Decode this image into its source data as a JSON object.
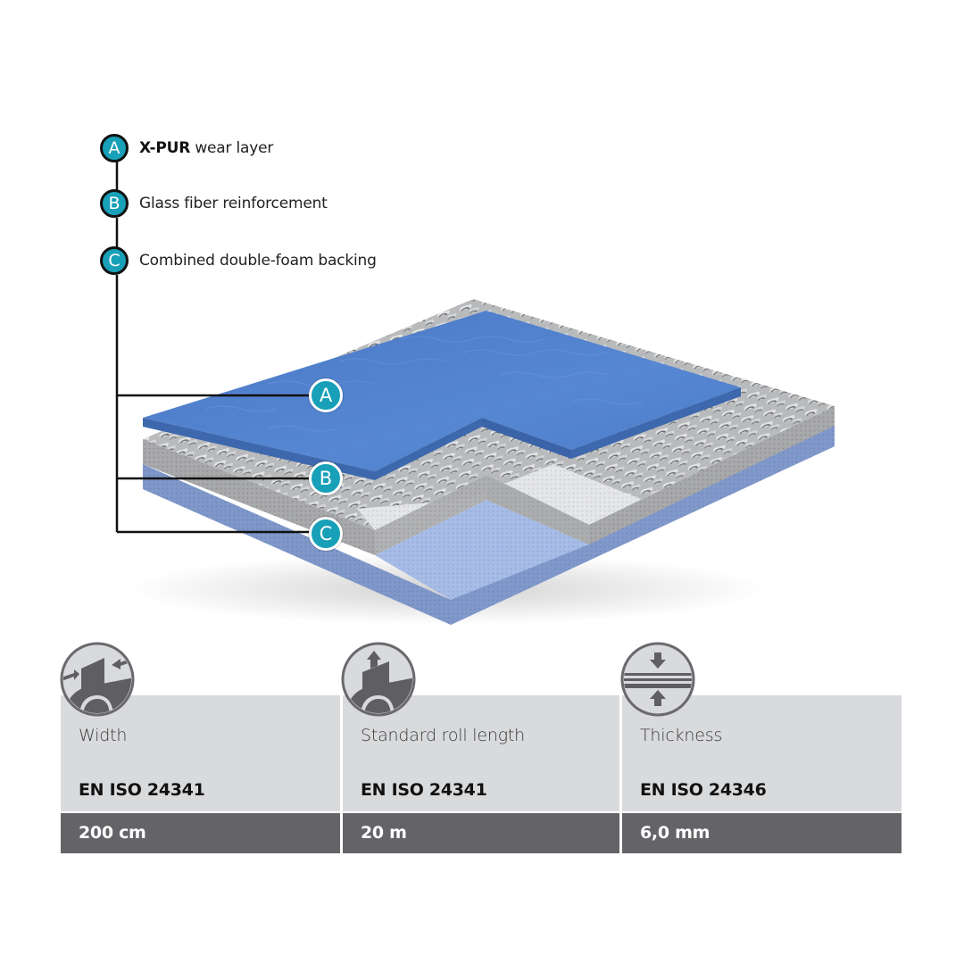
{
  "legend": {
    "items": [
      {
        "badge": "A",
        "bold": "X-PUR",
        "text": " wear layer"
      },
      {
        "badge": "B",
        "bold": "",
        "text": "Glass fiber reinforcement"
      },
      {
        "badge": "C",
        "bold": "",
        "text": "Combined double-foam backing"
      }
    ]
  },
  "diagram": {
    "callouts": [
      "A",
      "B",
      "C"
    ],
    "layers": [
      {
        "id": "A",
        "name": "X-PUR wear layer",
        "color": "#4f7fc8"
      },
      {
        "id": "B",
        "name": "Glass fiber reinforcement",
        "color": "#a9aaac"
      },
      {
        "id": "C",
        "name": "Combined double-foam backing",
        "color": "#8fa6d4"
      }
    ],
    "accent_color": "#17a0b8"
  },
  "specs": [
    {
      "icon": "width-roll-icon",
      "label": "Width",
      "standard": "EN ISO 24341",
      "value": "200 cm"
    },
    {
      "icon": "roll-length-icon",
      "label": "Standard roll length",
      "standard": "EN ISO 24341",
      "value": "20 m"
    },
    {
      "icon": "thickness-icon",
      "label": "Thickness",
      "standard": "EN ISO 24346",
      "value": "6,0 mm"
    }
  ],
  "colors": {
    "accent": "#17a0b8",
    "table_light": "#d9dadc",
    "table_dark": "#646468",
    "icon_gray": "#6a6a6e"
  }
}
